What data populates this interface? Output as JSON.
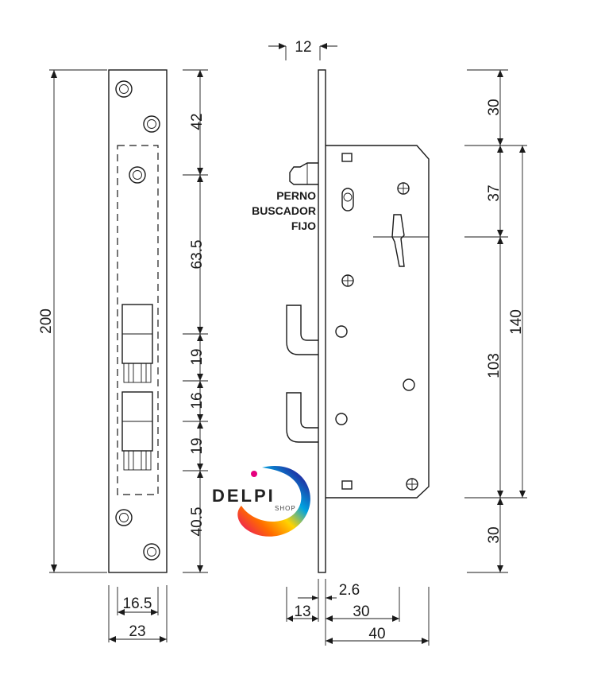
{
  "front_view": {
    "dims": {
      "total_height": "200",
      "top": "42",
      "upper_zone": "63.5",
      "latch1": "19",
      "gap": "16",
      "latch2": "19",
      "bottom": "40.5",
      "inner_width": "16.5",
      "width": "23"
    }
  },
  "side_view": {
    "label_lines": [
      "PERNO",
      "BUSCADOR",
      "FIJO"
    ],
    "dims": {
      "faceplate": "12",
      "to_case_top": "30",
      "case_upper": "37",
      "case_lower": "103",
      "case_height": "140",
      "bottom": "30",
      "faceplate_thickness": "2.6",
      "hook_projection": "13",
      "backset": "30",
      "depth": "40"
    }
  },
  "logo": {
    "text": "DELPI",
    "subtext": "SHOP",
    "colors": [
      "#e5007e",
      "#ff6a00",
      "#ffd400",
      "#00a3e0",
      "#1d3aa8",
      "#7b2ff7"
    ]
  }
}
